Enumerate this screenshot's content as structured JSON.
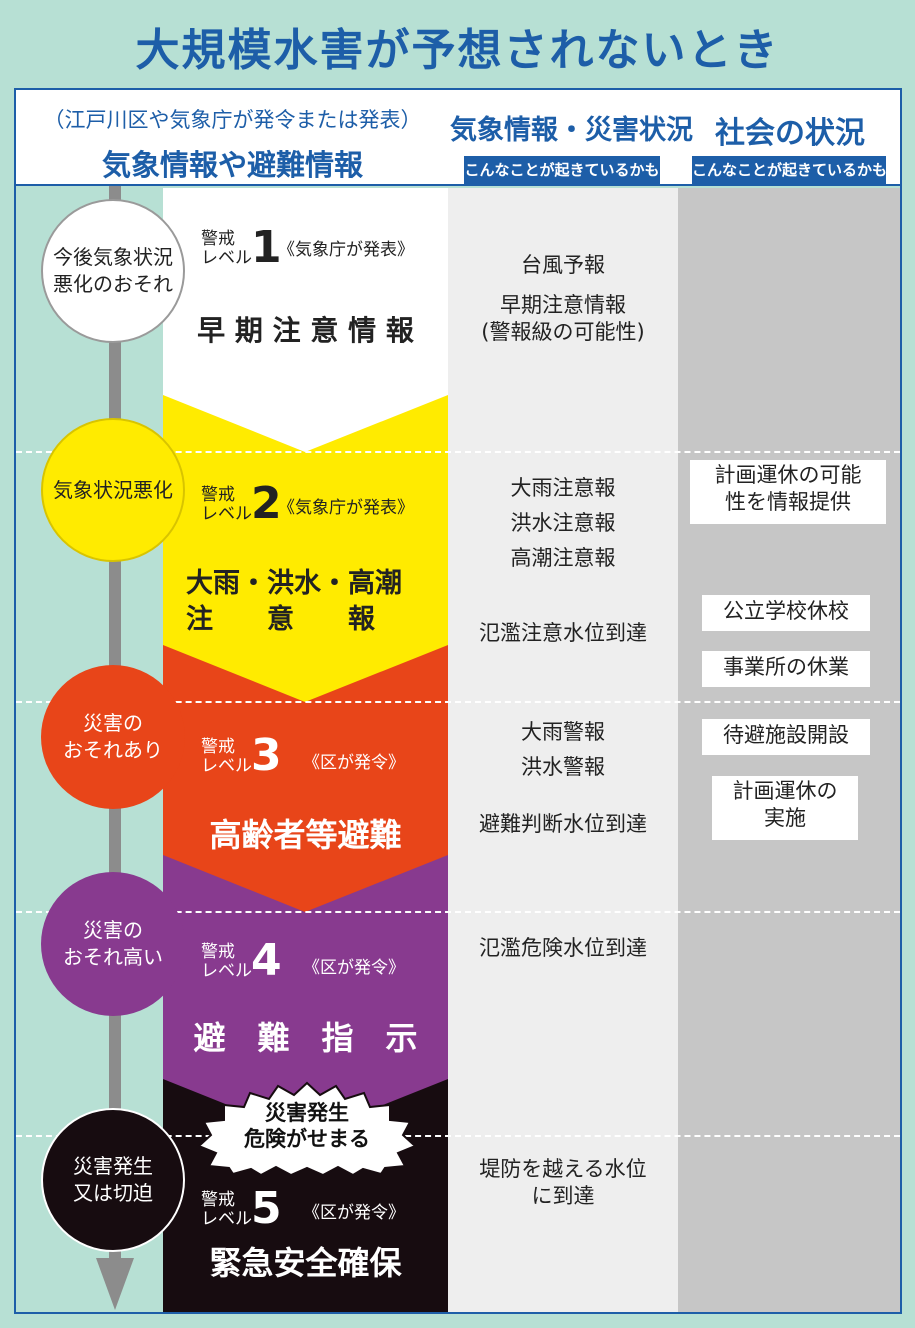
{
  "title": "大規模水害が予想されないとき",
  "header": {
    "col1_sub": "（江戸川区や気象庁が発令または発表）",
    "col1_main": "気象情報や避難情報",
    "col2_main": "気象情報・災害状況",
    "col2_tag": "こんなことが起きているかも",
    "col3_main": "社会の状況",
    "col3_tag": "こんなことが起きているかも"
  },
  "colors": {
    "accent": "#1d5ea8",
    "level1": "#ffffff",
    "level2": "#ffeb00",
    "level3": "#e84519",
    "level4": "#883a8f",
    "level5": "#170c10"
  },
  "stages": [
    {
      "circle": "今後気象状況\n悪化のおそれ"
    },
    {
      "circle": "気象状況悪化"
    },
    {
      "circle": "災害の\nおそれあり"
    },
    {
      "circle": "災害の\nおそれ高い"
    },
    {
      "circle": "災害発生\n又は切迫"
    }
  ],
  "levels": [
    {
      "prefix": "警戒\nレベル",
      "number": "1",
      "issuer": "《気象庁が発表》",
      "title": "早 期 注 意 情 報"
    },
    {
      "prefix": "警戒\nレベル",
      "number": "2",
      "issuer": "《気象庁が発表》",
      "title_line1": "大雨・洪水・高潮",
      "title_line2": "注　　意　　報"
    },
    {
      "prefix": "警戒\nレベル",
      "number": "3",
      "issuer": "《区が発令》",
      "title": "高齢者等避難"
    },
    {
      "prefix": "警戒\nレベル",
      "number": "4",
      "issuer": "《区が発令》",
      "title": "避　難　指　示"
    },
    {
      "prefix": "警戒\nレベル",
      "number": "5",
      "issuer": "《区が発令》",
      "title": "緊急安全確保"
    }
  ],
  "burst": "災害発生\n危険がせまる",
  "weather": {
    "l1_a": "台風予報",
    "l1_b": "早期注意情報\n(警報級の可能性)",
    "l2_a": "大雨注意報",
    "l2_b": "洪水注意報",
    "l2_c": "高潮注意報",
    "l2_d": "氾濫注意水位到達",
    "l3_a": "大雨警報",
    "l3_b": "洪水警報",
    "l3_c": "避難判断水位到達",
    "l4_a": "氾濫危険水位到達",
    "l5_a": "堤防を越える水位\nに到達"
  },
  "society": {
    "s1": "計画運休の可能\n性を情報提供",
    "s2": "公立学校休校",
    "s3": "事業所の休業",
    "s4": "待避施設開設",
    "s5": "計画運休の\n実施"
  }
}
